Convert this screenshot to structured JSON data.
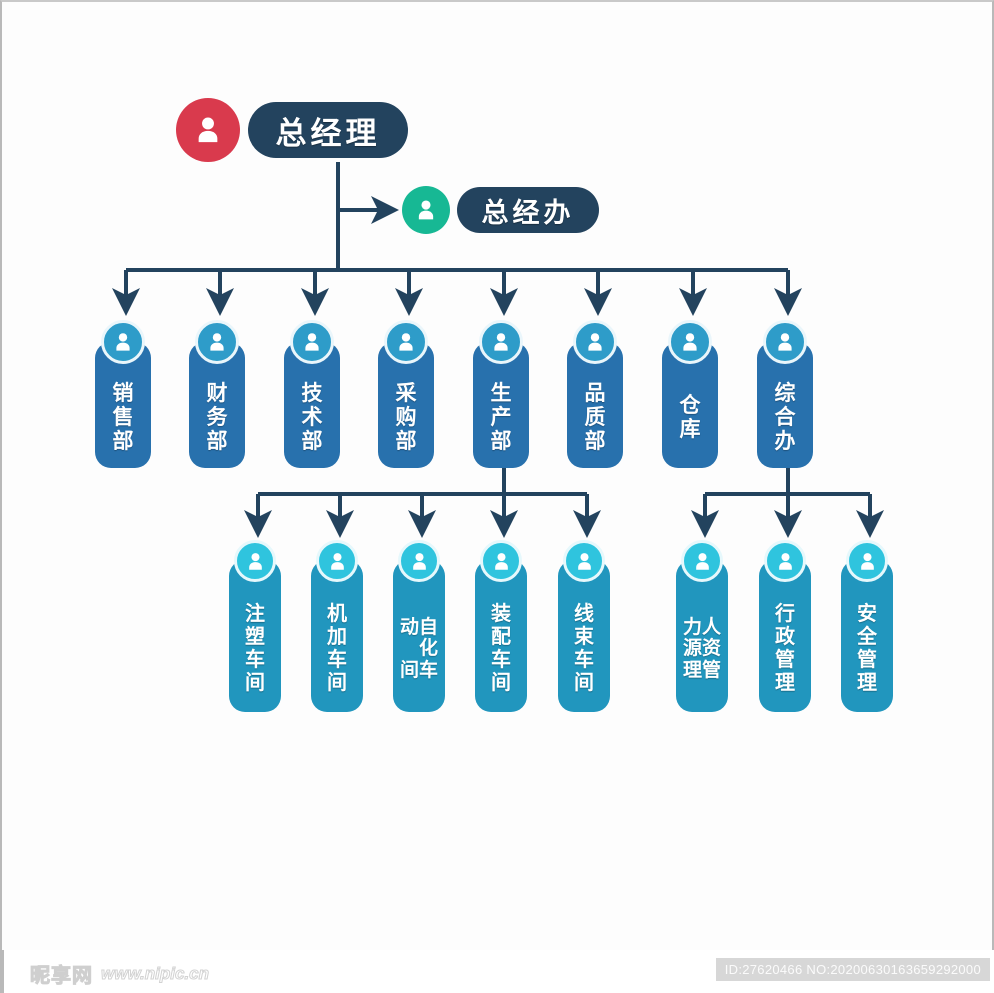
{
  "document": {
    "title": "组织架构图",
    "background_color": "#fdfdfd"
  },
  "colors": {
    "top_pill": "#23435e",
    "gm_avatar": "#d93a4d",
    "gmo_avatar": "#17b894",
    "row2_body": "#2871ad",
    "row2_head": "#2e9cc9",
    "row3_body": "#2196be",
    "row3_head": "#2fc4de",
    "connector": "#23435e"
  },
  "top_level": {
    "general_manager": {
      "label": "总经理",
      "avatar_icon": "person-icon",
      "avatar_color": "#d93a4d"
    },
    "general_manager_office": {
      "label": "总经办",
      "avatar_icon": "person-icon",
      "avatar_color": "#17b894"
    }
  },
  "departments": [
    {
      "label": "销售部",
      "columns": [
        [
          "销",
          "售",
          "部"
        ]
      ],
      "icon": "person-icon"
    },
    {
      "label": "财务部",
      "columns": [
        [
          "财",
          "务",
          "部"
        ]
      ],
      "icon": "person-icon"
    },
    {
      "label": "技术部",
      "columns": [
        [
          "技",
          "术",
          "部"
        ]
      ],
      "icon": "person-icon"
    },
    {
      "label": "采购部",
      "columns": [
        [
          "采",
          "购",
          "部"
        ]
      ],
      "icon": "person-icon"
    },
    {
      "label": "生产部",
      "columns": [
        [
          "生",
          "产",
          "部"
        ]
      ],
      "icon": "person-icon"
    },
    {
      "label": "品质部",
      "columns": [
        [
          "品",
          "质",
          "部"
        ]
      ],
      "icon": "person-icon"
    },
    {
      "label": "仓库",
      "columns": [
        [
          "仓",
          "库"
        ]
      ],
      "icon": "person-icon"
    },
    {
      "label": "综合办",
      "columns": [
        [
          "综",
          "合",
          "办"
        ]
      ],
      "icon": "person-icon"
    }
  ],
  "workshops": [
    {
      "label": "注塑车间",
      "columns": [
        [
          "注",
          "塑",
          "车",
          "间"
        ]
      ],
      "icon": "person-icon",
      "two_col": false
    },
    {
      "label": "机加车间",
      "columns": [
        [
          "机",
          "加",
          "车",
          "间"
        ]
      ],
      "icon": "person-icon",
      "two_col": false
    },
    {
      "label": "自动化车间",
      "columns": [
        [
          "自",
          "化",
          "车"
        ],
        [
          "动",
          "",
          "间"
        ]
      ],
      "icon": "person-icon",
      "two_col": true
    },
    {
      "label": "装配车间",
      "columns": [
        [
          "装",
          "配",
          "车",
          "间"
        ]
      ],
      "icon": "person-icon",
      "two_col": false
    },
    {
      "label": "线束车间",
      "columns": [
        [
          "线",
          "束",
          "车",
          "间"
        ]
      ],
      "icon": "person-icon",
      "two_col": false
    }
  ],
  "admin_units": [
    {
      "label": "人力资源管理",
      "columns": [
        [
          "人",
          "资",
          "管"
        ],
        [
          "力",
          "源",
          "理"
        ]
      ],
      "icon": "person-icon",
      "two_col": true
    },
    {
      "label": "行政管理",
      "columns": [
        [
          "行",
          "政",
          "管",
          "理"
        ]
      ],
      "icon": "person-icon",
      "two_col": false
    },
    {
      "label": "安全管理",
      "columns": [
        [
          "安",
          "全",
          "管",
          "理"
        ]
      ],
      "icon": "person-icon",
      "two_col": false
    }
  ],
  "footer": {
    "watermark_cn": "昵享网",
    "watermark_url": "www.nipic.cn",
    "id_tag": "ID:27620466 NO:20200630163659292000"
  }
}
